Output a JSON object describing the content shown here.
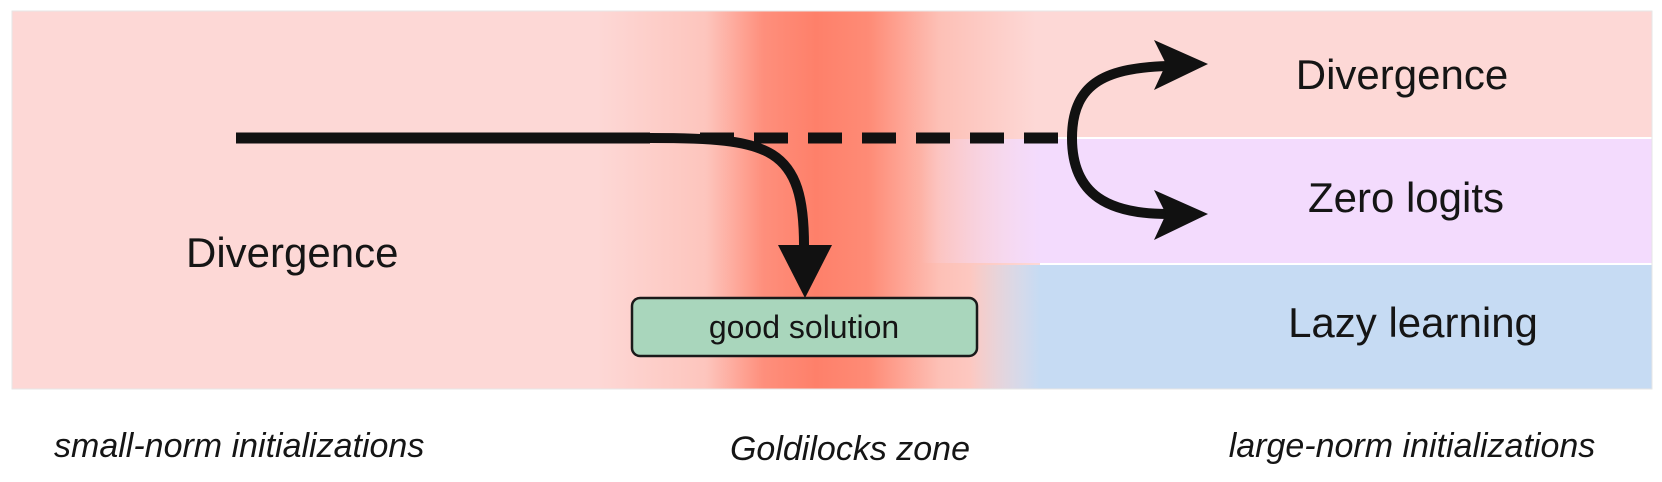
{
  "diagram": {
    "left_region": {
      "label": "Divergence"
    },
    "right_regions": {
      "top": "Divergence",
      "middle": "Zero logits",
      "bottom": "Lazy learning"
    },
    "solution_box": {
      "label": "good solution"
    },
    "axis_labels": {
      "left": "small-norm initializations",
      "center": "Goldilocks zone",
      "right": "large-norm initializations"
    },
    "colors": {
      "pale_red": "#fdd8d6",
      "deep_red": "#fe806a",
      "purple": "#f3dbfd",
      "blue": "#c6dbf3",
      "box_fill": "#a9d6bc",
      "arrow": "#111111"
    }
  }
}
